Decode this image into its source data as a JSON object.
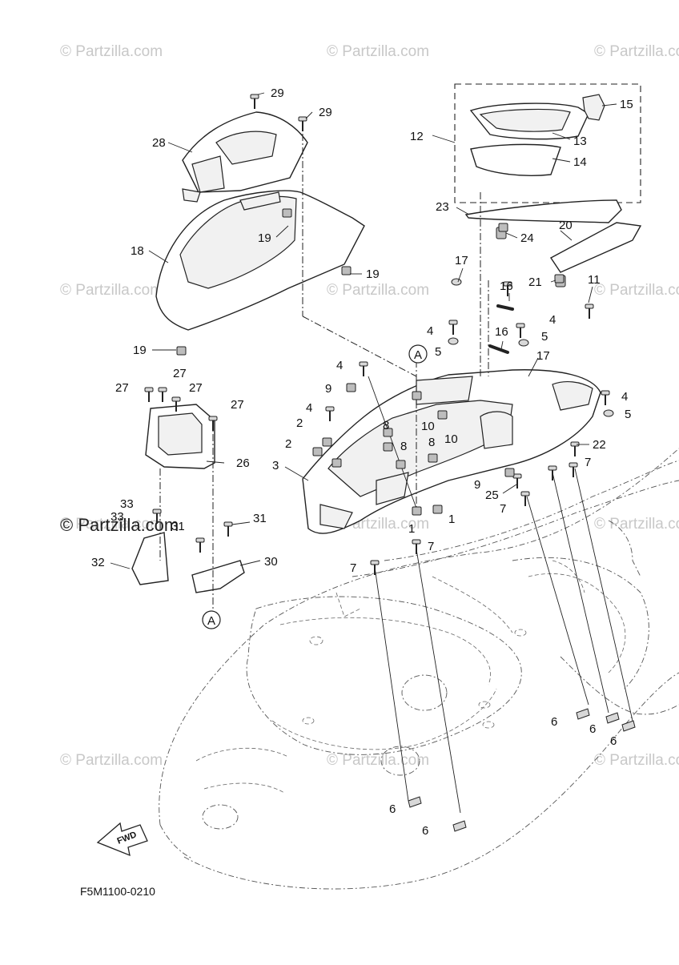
{
  "diagram": {
    "code": "F5M1100-0210",
    "fwd_label": "FWD",
    "ref_label": "A",
    "watermark": "© Partzilla.com",
    "callouts": [
      "1",
      "2",
      "3",
      "4",
      "5",
      "6",
      "7",
      "8",
      "9",
      "10",
      "11",
      "12",
      "13",
      "14",
      "15",
      "16",
      "17",
      "18",
      "19",
      "20",
      "21",
      "22",
      "23",
      "24",
      "25",
      "26",
      "27",
      "28",
      "29",
      "30",
      "31",
      "32",
      "33"
    ]
  }
}
